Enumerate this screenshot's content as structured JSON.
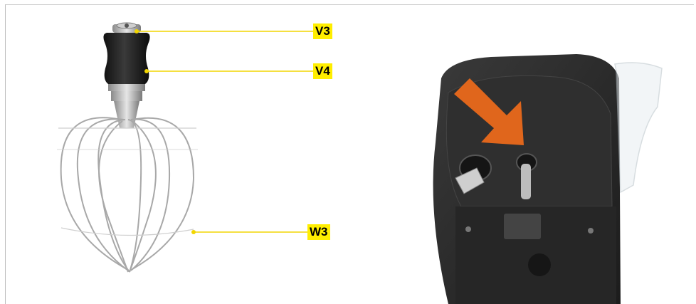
{
  "left_figure": {
    "callouts": [
      {
        "id": "v3",
        "label": "V3",
        "target": "nut-top"
      },
      {
        "id": "v4",
        "label": "V4",
        "target": "grip-handle"
      },
      {
        "id": "w3",
        "label": "W3",
        "target": "whisk-wire"
      }
    ]
  },
  "colors": {
    "callout_line": "#f2d600",
    "label_bg": "#ffee00",
    "arrow": "#e0661c",
    "machine_body": "#2b2b2b"
  }
}
